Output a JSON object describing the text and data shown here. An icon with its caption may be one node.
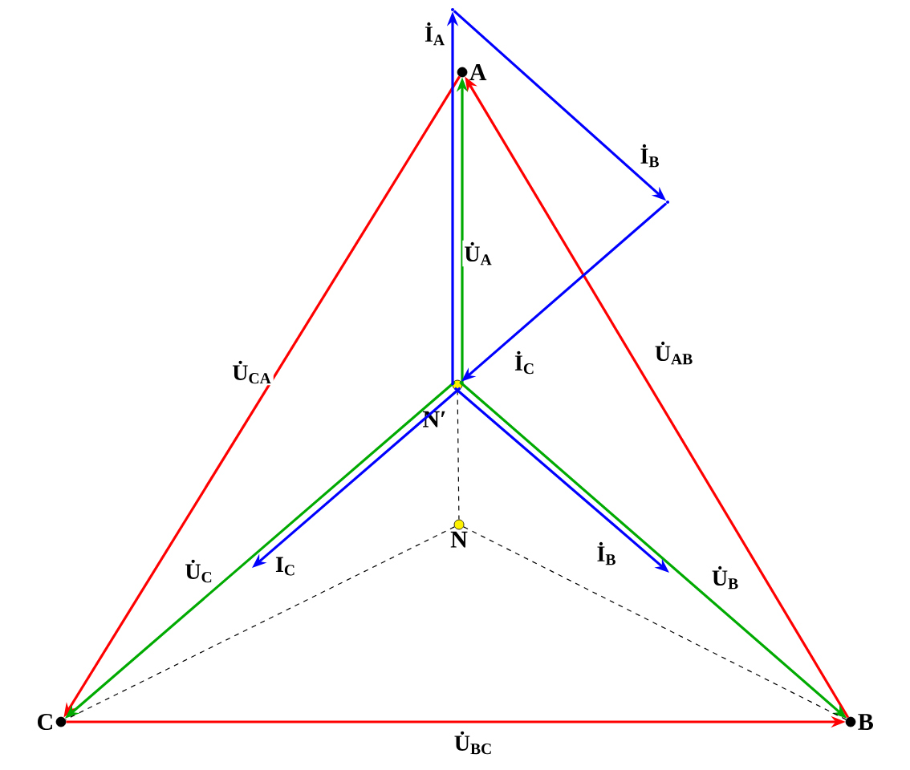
{
  "diagram": {
    "nodes": [
      {
        "text": [
          "A"
        ]
      },
      {
        "text": [
          "N′"
        ]
      },
      {
        "text": [
          "N"
        ]
      },
      {
        "text": [
          "C"
        ]
      },
      {
        "text": [
          "B"
        ]
      },
      {
        "text": [],
        "shape": "point"
      },
      {
        "text": [],
        "shape": "point"
      }
    ],
    "edges": [
      {
        "from": 4,
        "to": 0,
        "arrow": "to",
        "label": "U̇$_{AB}$",
        "color": "#ff0000"
      },
      {
        "from": 3,
        "to": 4,
        "arrow": "to",
        "label": "U̇$_{BC}$",
        "color": "#ff0000"
      },
      {
        "from": 0,
        "to": 3,
        "arrow": "to",
        "label": "U̇$_{CA}$",
        "color": "#ff0000"
      },
      {
        "from": 1,
        "to": 0,
        "arrow": "to",
        "label": "U̇$_{A}$",
        "color": "#00aa00"
      },
      {
        "from": 1,
        "to": 4,
        "arrow": "to",
        "label": "U̇$_{B}$",
        "color": "#00aa00"
      },
      {
        "from": 1,
        "to": 3,
        "arrow": "to",
        "label": "U̇$_{C}$",
        "color": "#00aa00"
      },
      {
        "from": 1,
        "to": 2,
        "arrow": "none",
        "style": "dashed",
        "color": "#000000"
      },
      {
        "from": 2,
        "to": 4,
        "arrow": "none",
        "style": "dashed",
        "color": "#000000"
      },
      {
        "from": 2,
        "to": 3,
        "arrow": "none",
        "style": "dashed",
        "color": "#000000"
      },
      {
        "from": 1,
        "to": 5,
        "arrow": "to",
        "label": "İ$_{A}$",
        "color": "#0000ff"
      },
      {
        "from": 5,
        "to": 6,
        "arrow": "to",
        "label": "İ$_{B}$",
        "color": "#0000ff"
      },
      {
        "from": 6,
        "to": 1,
        "arrow": "to",
        "label": "İ$_{C}$",
        "color": "#0000ff"
      },
      {
        "from": 1,
        "to": null,
        "arrow": "to",
        "label": "I$_{C}$",
        "color": "#0000ff"
      },
      {
        "from": 1,
        "to": null,
        "arrow": "to",
        "label": "İ$_{B}$",
        "color": "#0000ff"
      }
    ]
  }
}
